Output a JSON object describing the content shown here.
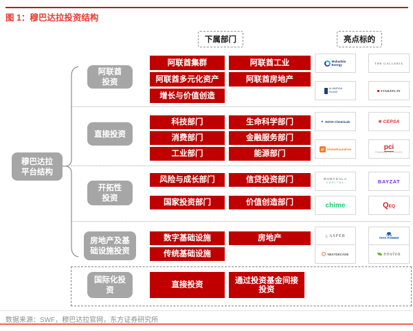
{
  "title": "图 1：穆巴达拉投资结构",
  "column_headers": {
    "departments": "下属部门",
    "highlights": "亮点标的"
  },
  "root_label": "穆巴达拉平台结构",
  "branches": [
    {
      "label": "阿联酋投资",
      "departments": [
        "阿联酋集群",
        "阿联酋工业",
        "阿联酋多元化资产",
        "阿联酋房地产",
        "增长与价值创造"
      ],
      "highlights": [
        {
          "text": "Mubadala Energy"
        },
        {
          "text": "THE GALLERIA"
        },
        {
          "text": "AL MARYAH ISLAND"
        },
        {
          "text": "STARZPLAY"
        }
      ]
    },
    {
      "label": "直接投资",
      "departments": [
        "科技部门",
        "生命科学部门",
        "消费部门",
        "金融服务部门",
        "工业部门",
        "能源部门"
      ],
      "highlights": [
        {
          "text": "NOVA Chemicals"
        },
        {
          "text": "CEPSA"
        },
        {
          "icon_text": "gf",
          "text": "GlobalFoundries"
        },
        {
          "text": "pci",
          "sub": "PHARMA SERVICES"
        }
      ]
    },
    {
      "label": "开拓性投资",
      "departments": [
        "风险与成长部门",
        "信贷投资部门",
        "国家投资部门",
        "价值创造部门"
      ],
      "highlights": [
        {
          "text": "MUBADALA",
          "sub": "CAPITAL"
        },
        {
          "text": "BAYZAT"
        },
        {
          "text": "chime"
        },
        {
          "text": "QEQ"
        }
      ]
    },
    {
      "label": "房地产及基础设施投资",
      "departments": [
        "数字基础设施",
        "房地产",
        "传统基础设施"
      ],
      "highlights": [
        {
          "text": "ASPER"
        },
        {
          "icon_text": "TATA",
          "text": "TATA POWER"
        },
        {
          "text": "NEXTDECADE"
        },
        {
          "text": "enviva"
        }
      ]
    },
    {
      "label": "国际化投资",
      "departments": [
        "直接投资",
        "通过投资基金间接投资"
      ],
      "highlights": []
    }
  ],
  "icons": {
    "cepsa_flower": "✽",
    "asper_triangle": "△",
    "nova_mark": "▲"
  },
  "source": "数据来源：SWF，穆巴达拉官网，东方证券研究所",
  "colors": {
    "dept_box_red": "#c00000",
    "node_gray": "#a6a6a6",
    "title_red": "#e63b2f",
    "rule_top": "#9c2a1c",
    "rule_bottom": "#f2604a"
  }
}
